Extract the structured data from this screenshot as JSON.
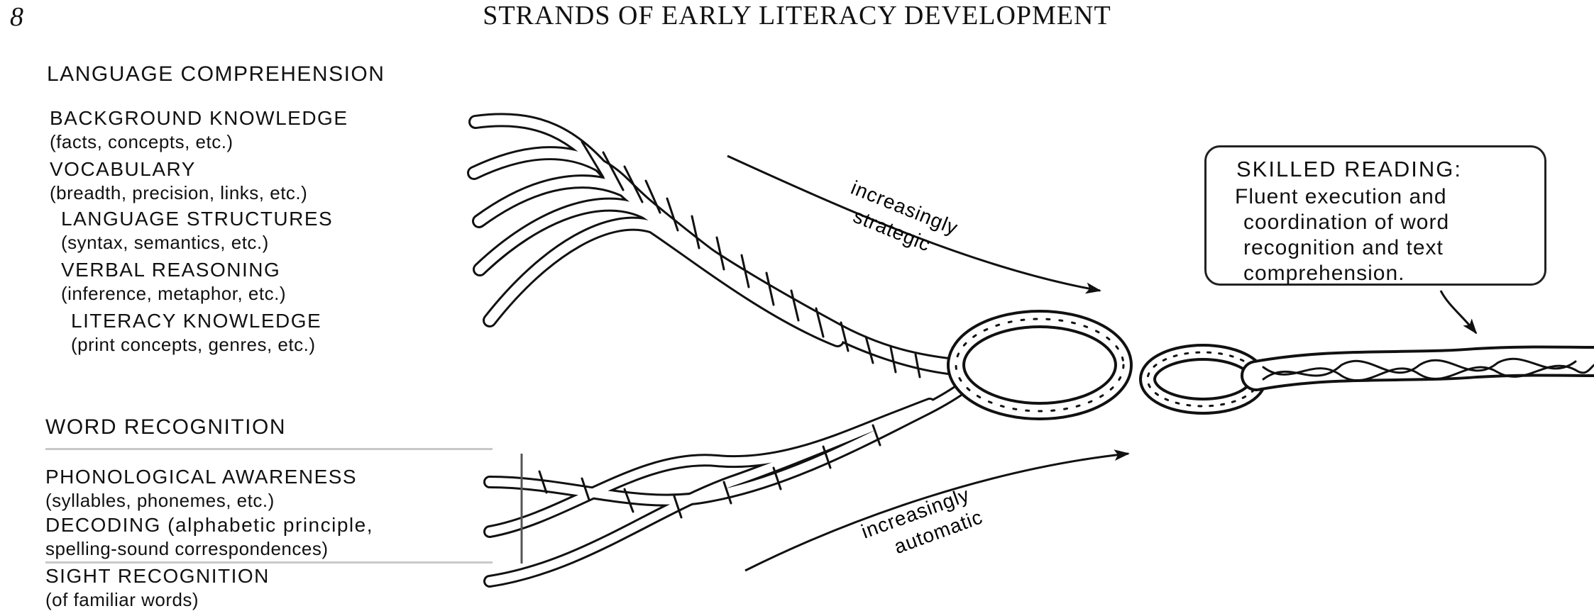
{
  "page_number": "8",
  "title": "STRANDS OF EARLY LITERACY DEVELOPMENT",
  "language_comprehension": {
    "heading": "LANGUAGE COMPREHENSION",
    "strands": [
      {
        "name": "BACKGROUND KNOWLEDGE",
        "detail": "(facts, concepts, etc.)"
      },
      {
        "name": "VOCABULARY",
        "detail": "(breadth, precision, links, etc.)"
      },
      {
        "name": "LANGUAGE STRUCTURES",
        "detail": "(syntax, semantics, etc.)"
      },
      {
        "name": "VERBAL REASONING",
        "detail": "(inference, metaphor, etc.)"
      },
      {
        "name": "LITERACY KNOWLEDGE",
        "detail": "(print concepts, genres, etc.)"
      }
    ]
  },
  "word_recognition": {
    "heading": "WORD RECOGNITION",
    "strands": [
      {
        "name": "PHONOLOGICAL AWARENESS",
        "detail": "(syllables, phonemes, etc.)"
      },
      {
        "name": "DECODING (alphabetic principle,",
        "detail": "spelling-sound correspondences)"
      },
      {
        "name": "SIGHT RECOGNITION",
        "detail": "(of familiar words)"
      }
    ]
  },
  "arrows": {
    "strategic": [
      "increasingly",
      "strategic"
    ],
    "automatic": [
      "increasingly",
      "automatic"
    ]
  },
  "callout": {
    "heading": "SKILLED READING:",
    "lines": [
      "Fluent execution and",
      "coordination of word",
      "recognition and text",
      "comprehension."
    ]
  },
  "colors": {
    "ink": "#111111",
    "rope_fill": "#ffffff",
    "rule": "#c9c9c9"
  }
}
